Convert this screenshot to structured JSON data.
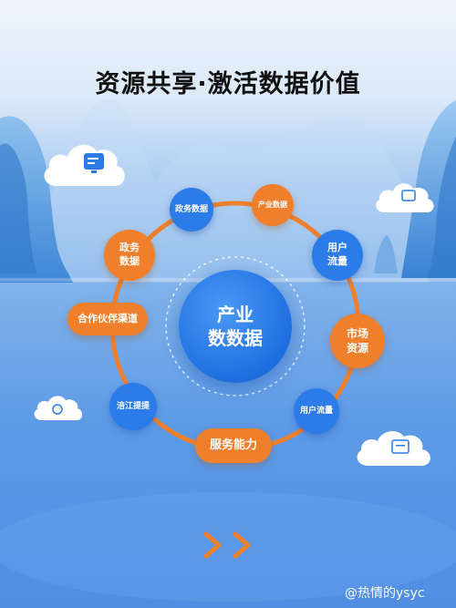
{
  "title": "资源共享·激活数据价值",
  "center": {
    "line1": "产业",
    "line2": "数数据"
  },
  "nodes": {
    "top_left": "政务数据",
    "top_right": "产业数据",
    "right_upper_line1": "用户",
    "right_upper_line2": "流量",
    "right_line1": "市场",
    "right_line2": "资源",
    "right_lower": "用户流量",
    "bottom": "服务能力",
    "left_lower": "涪江提提",
    "left": "合作伙伴渠道",
    "left_upper_line1": "政务",
    "left_upper_line2": "数据"
  },
  "icons": [
    "cloud-icon",
    "monitor-icon",
    "chevron-right-icon"
  ],
  "colors": {
    "accent_blue": "#2b7be8",
    "accent_orange": "#f07f2c",
    "ring": "#f07f2c"
  },
  "watermark": "@热情的ysyc"
}
